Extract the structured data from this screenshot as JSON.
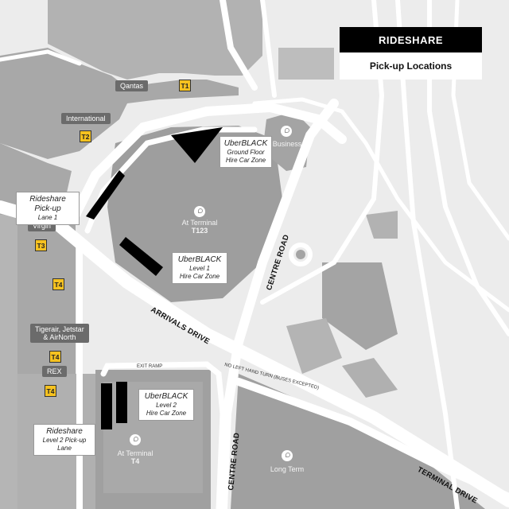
{
  "legend": {
    "title": "RIDESHARE",
    "subtitle": "Pick-up Locations"
  },
  "terminals": {
    "qantas": {
      "name": "Qantas",
      "code": "T1"
    },
    "international": {
      "name": "International",
      "code": "T2"
    },
    "virgin": {
      "name": "Virgin",
      "code": "T3"
    },
    "t4_top": {
      "code": "T4"
    },
    "tigerair": {
      "name_line1": "Tigerair, Jetstar",
      "name_line2": "& AirNorth",
      "code": "T4"
    },
    "rex": {
      "name": "REX",
      "code": "T4"
    }
  },
  "callouts": {
    "uberblack_ground": {
      "title": "UberBLACK",
      "line1": "Ground Floor",
      "line2": "Hire Car Zone"
    },
    "rideshare_lane1": {
      "title": "Rideshare Pick-up",
      "line1": "Lane 1"
    },
    "uberblack_level1": {
      "title": "UberBLACK",
      "line1": "Level 1",
      "line2": "Hire Car Zone"
    },
    "uberblack_level2": {
      "title": "UberBLACK",
      "line1": "Level 2",
      "line2": "Hire Car Zone"
    },
    "rideshare_level2": {
      "title": "Rideshare",
      "line1": "Level 2 Pick-up Lane"
    }
  },
  "parking": {
    "business": {
      "name": "Business"
    },
    "t123": {
      "name": "At Terminal",
      "code": "T123"
    },
    "t4": {
      "name": "At Terminal",
      "code": "T4"
    },
    "long_term": {
      "name": "Long Term"
    }
  },
  "roads": {
    "arrivals_drive": "ARRIVALS DRIVE",
    "centre_road_top": "CENTRE ROAD",
    "centre_road_bottom": "CENTRE ROAD",
    "terminal_drive": "TERMINAL DRIVE",
    "exit_ramp": "EXIT RAMP",
    "no_left_turn": "NO LEFT HAND TURN (BUSES EXCEPTED)"
  },
  "colors": {
    "background": "#ececec",
    "building": "#a8a8a8",
    "road": "#ffffff",
    "badge": "#f6c220",
    "zone": "#000000"
  }
}
